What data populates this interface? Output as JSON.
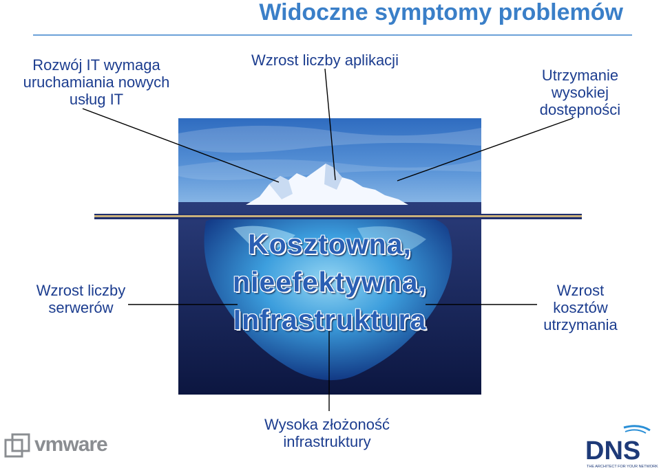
{
  "title": "Widoczne symptomy problemów",
  "labels": {
    "top_left": "Rozwój IT wymaga uruchamiania nowych usług IT",
    "top_center": "Wzrost liczby aplikacji",
    "top_right": "Utrzymanie wysokiej dostępności",
    "mid_left": "Wzrost liczby serwerów",
    "mid_right": "Wzrost kosztów utrzymania",
    "bottom": "Wysoka złożoność infrastruktury"
  },
  "iceberg_text": {
    "line1": "Kosztowna,",
    "line2": "nieefektywna,",
    "line3": "Infrastruktura"
  },
  "logos": {
    "vmware": "vmware",
    "dns": "DNS",
    "dns_tagline": "THE ARCHITECT FOR YOUR NETWORK"
  },
  "colors": {
    "title": "#3a7fc8",
    "labels": "#1c3d8f",
    "sky": "#3d78c8",
    "water": "#1a2a6a",
    "ice": "#4fb8ee"
  }
}
